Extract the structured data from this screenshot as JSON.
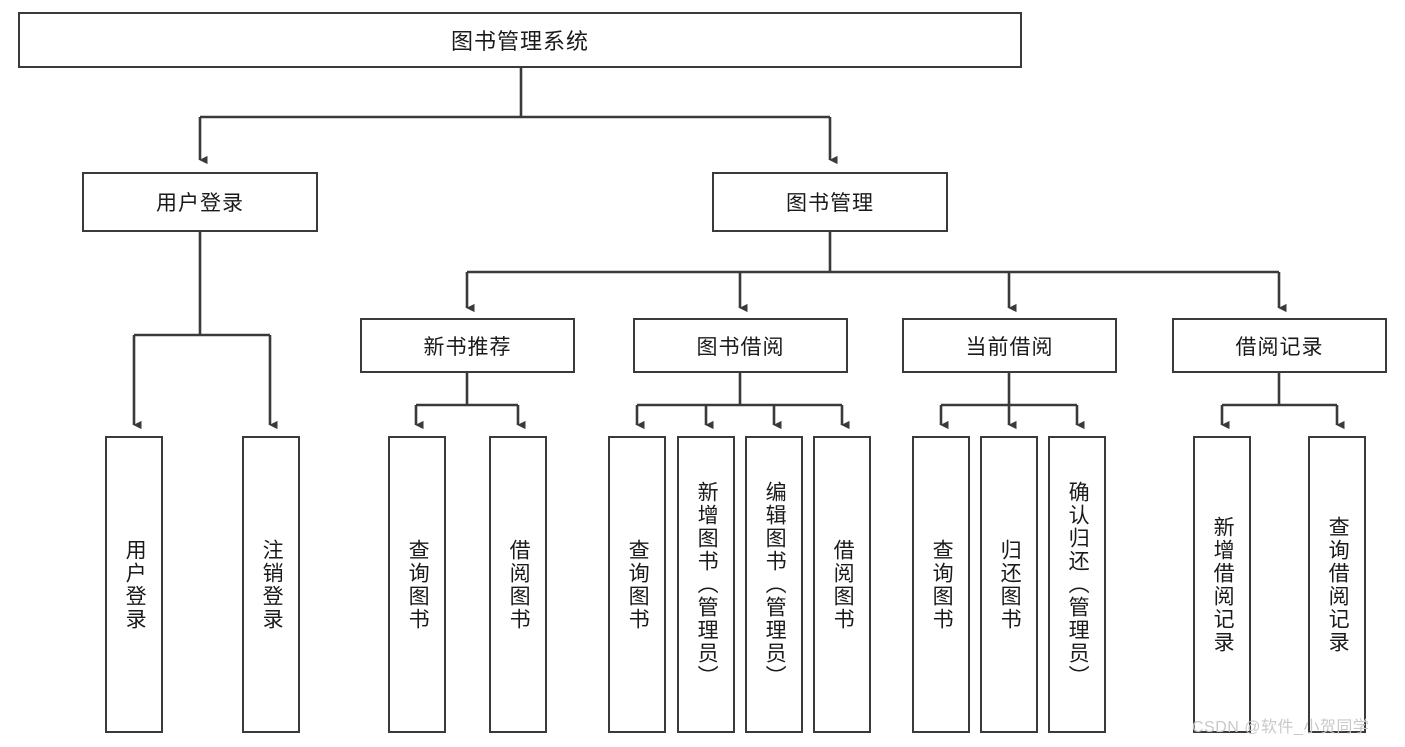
{
  "diagram": {
    "type": "tree",
    "title": "图书管理系统",
    "watermark": "CSDN @软件_小贺同学",
    "line_color": "#3a3a3a",
    "box_fill": "#ffffff",
    "text_color": "#1a1a1a",
    "root": {
      "label": "图书管理系统"
    },
    "level2": [
      {
        "label": "用户登录"
      },
      {
        "label": "图书管理"
      }
    ],
    "level3": [
      {
        "label": "新书推荐"
      },
      {
        "label": "图书借阅"
      },
      {
        "label": "当前借阅"
      },
      {
        "label": "借阅记录"
      }
    ],
    "leaves": {
      "user_login": [
        {
          "label": "用户登录"
        },
        {
          "label": "注销登录"
        }
      ],
      "new_book_recommend": [
        {
          "label": "查询图书"
        },
        {
          "label": "借阅图书"
        }
      ],
      "book_borrow": [
        {
          "label": "查询图书"
        },
        {
          "label": "新增图书（管理员）"
        },
        {
          "label": "编辑图书（管理员）"
        },
        {
          "label": "借阅图书"
        }
      ],
      "current_borrow": [
        {
          "label": "查询图书"
        },
        {
          "label": "归还图书"
        },
        {
          "label": "确认归还（管理员）"
        }
      ],
      "borrow_record": [
        {
          "label": "新增借阅记录"
        },
        {
          "label": "查询借阅记录"
        }
      ]
    }
  }
}
